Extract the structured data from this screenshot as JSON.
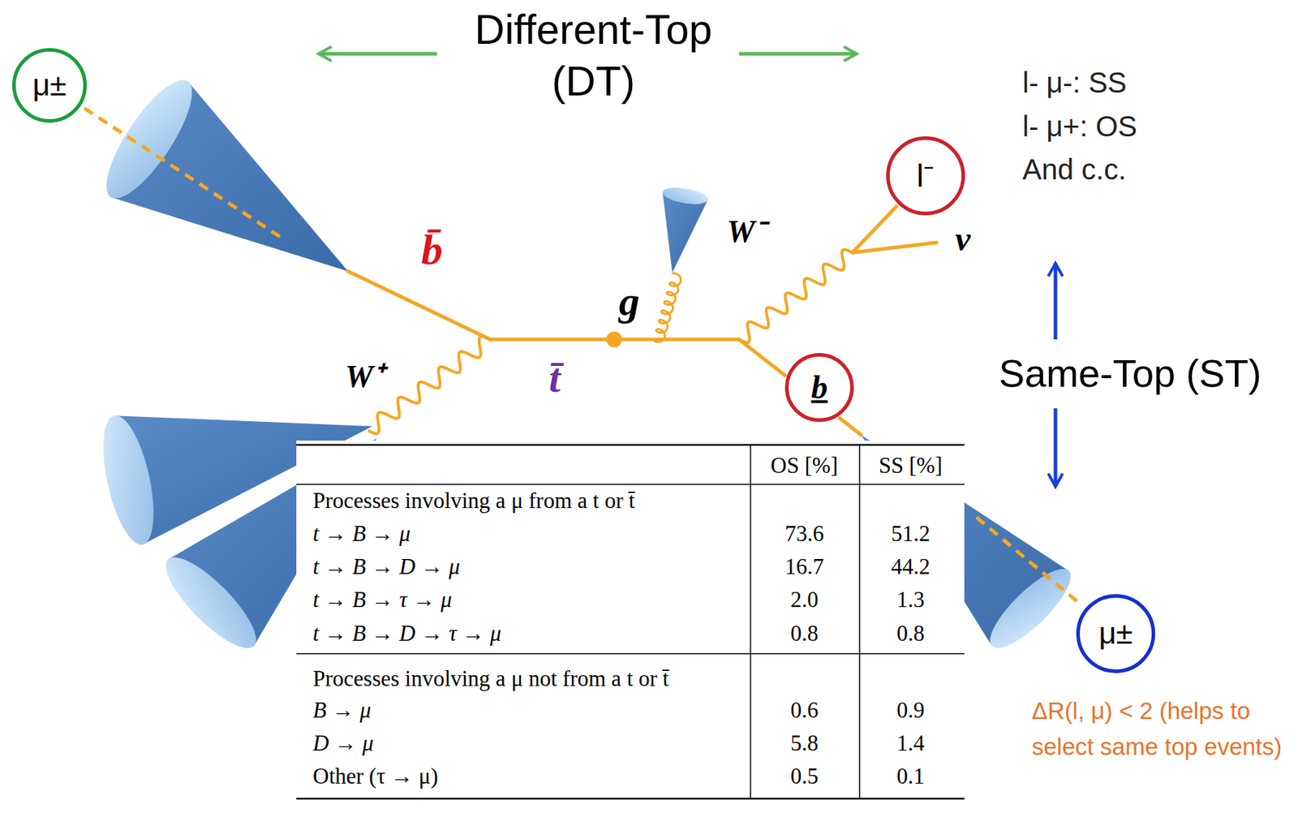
{
  "diagram": {
    "title": "Different-Top (DT)",
    "nodes": [
      {
        "text": [
          "μ±"
        ]
      },
      {
        "text": [
          "l⁻"
        ]
      },
      {
        "text": [
          "b"
        ]
      },
      {
        "text": [
          "μ±"
        ]
      }
    ],
    "labels": [
      "b̄",
      "W⁻",
      "g",
      "ν",
      "W⁺",
      "t̄",
      "l- μ-: SS",
      "l- μ+: OS",
      "And c.c.",
      "Same-Top (ST)",
      "OS [%]",
      "SS [%]",
      "Processes involving a μ from a t or t̄",
      "t → B → μ",
      "73.6",
      "51.2",
      "t → B → D → μ",
      "16.7",
      "44.2",
      "t → B → τ → μ",
      "2.0",
      "1.3",
      "t → B → D → τ → μ",
      "0.8",
      "0.8",
      "Processes involving a μ not from a t or t̄",
      "B → μ",
      "0.6",
      "0.9",
      "D → μ",
      "5.8",
      "1.4",
      "Other (τ → μ)",
      "0.5",
      "0.1",
      "ΔR(l, μ) < 2 (helps to select same top events)"
    ]
  }
}
